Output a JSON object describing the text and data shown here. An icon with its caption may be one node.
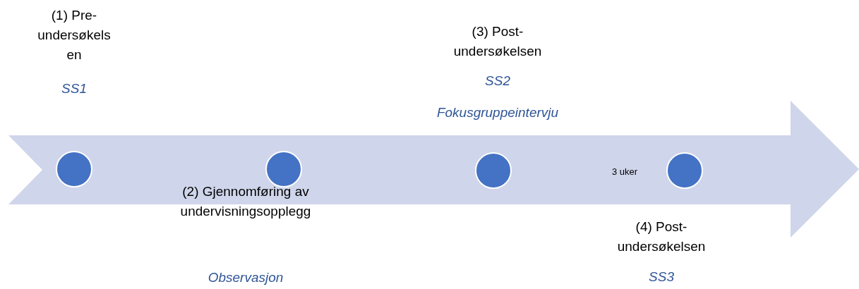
{
  "diagram": {
    "nodes": [
      {
        "text": [],
        "shape": "circle",
        "beside": [
          "(1) Pre- undersøkels en",
          "SS1"
        ]
      },
      {
        "text": [],
        "shape": "circle",
        "beside": [
          "(2) Gjennomføring av undervisningsopplegg"
        ]
      },
      {
        "text": [],
        "shape": "circle",
        "beside": [
          "(3) Post- undersøkelsen",
          "SS2",
          "Fokusgruppeintervju"
        ]
      },
      {
        "text": [],
        "shape": "circle",
        "beside": [
          "(4) Post- undersøkelsen",
          "SS3"
        ]
      }
    ],
    "labels": [
      "3 uker",
      "Observasjon"
    ]
  }
}
